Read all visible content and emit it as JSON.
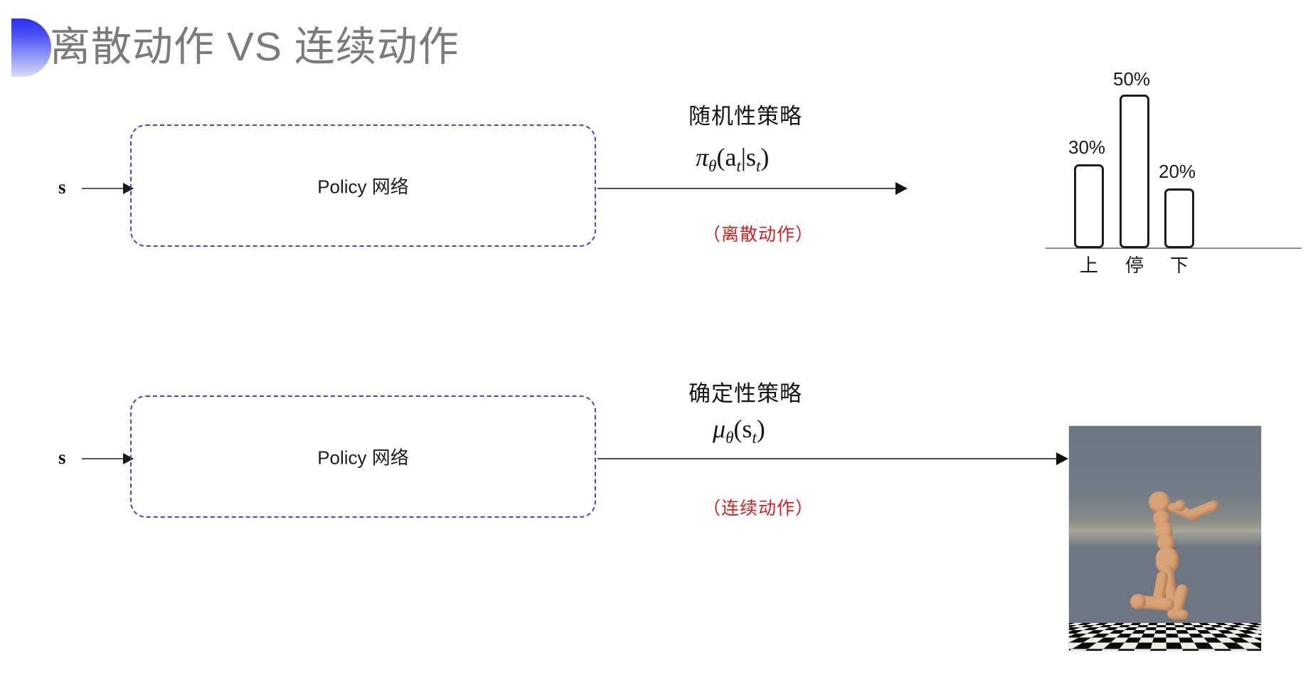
{
  "slide": {
    "title": "离散动作 VS 连续动作",
    "background_color": "#ffffff",
    "title_color": "#7b7b7b",
    "accent_color": "#4444dd",
    "note_color": "#d02020"
  },
  "rows": {
    "discrete": {
      "input_label": "s",
      "box_label": "Policy 网络",
      "policy_kind": "随机性策略",
      "formula_pi": "π",
      "formula_theta": "θ",
      "formula_args": "(a",
      "formula_sub_t1": "t",
      "formula_bar": "|s",
      "formula_sub_t2": "t",
      "formula_close": ")",
      "action_note": "（离散动作）"
    },
    "continuous": {
      "input_label": "s",
      "box_label": "Policy 网络",
      "policy_kind": "确定性策略",
      "formula_mu": "μ",
      "formula_theta": "θ",
      "formula_args": "(s",
      "formula_sub_t": "t",
      "formula_close": ")",
      "action_note": "（连续动作）"
    }
  },
  "chart_data": {
    "type": "bar",
    "title": "",
    "xlabel": "",
    "ylabel": "",
    "categories": [
      "上",
      "停",
      "下"
    ],
    "values": [
      30,
      50,
      20
    ],
    "value_labels": [
      "30%",
      "50%",
      "20%"
    ],
    "ylim": [
      0,
      55
    ],
    "grid": false,
    "legend": "none",
    "bar_style": "hollow-outline-rounded",
    "axis_line": "baseline-only"
  },
  "sim": {
    "caption": "",
    "description": "humanoid-simulation-frame"
  }
}
